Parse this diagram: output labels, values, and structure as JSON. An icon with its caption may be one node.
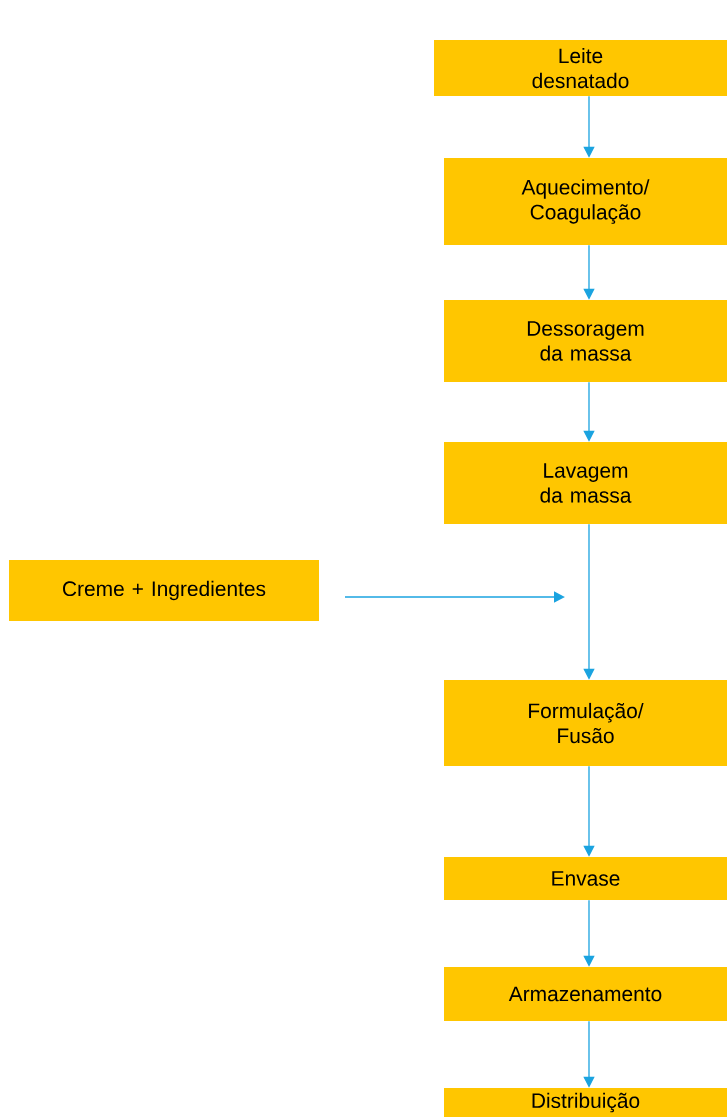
{
  "diagram": {
    "nodes": [
      {
        "text": [
          "Leite desnatado"
        ]
      },
      {
        "text": [
          "Aquecimento/ Coagulação"
        ]
      },
      {
        "text": [
          "Dessoragem da massa"
        ]
      },
      {
        "text": [
          "Lavagem da massa"
        ]
      },
      {
        "text": [
          "Creme + Ingredientes"
        ]
      },
      {
        "text": [
          "Formulação/ Fusão"
        ]
      },
      {
        "text": [
          "Envase"
        ]
      },
      {
        "text": [
          "Armazenamento"
        ]
      },
      {
        "text": [
          "Distribuição"
        ]
      }
    ],
    "edges": [
      {
        "from": 0,
        "to": 1,
        "arrow": "to"
      },
      {
        "from": 1,
        "to": 2,
        "arrow": "to"
      },
      {
        "from": 2,
        "to": 3,
        "arrow": "to"
      },
      {
        "from": 3,
        "to": 5,
        "arrow": "to"
      },
      {
        "from": 4,
        "to": null,
        "arrow": "to"
      },
      {
        "from": 5,
        "to": 6,
        "arrow": "to"
      },
      {
        "from": 6,
        "to": 7,
        "arrow": "to"
      },
      {
        "from": 7,
        "to": 8,
        "arrow": "to"
      }
    ]
  }
}
